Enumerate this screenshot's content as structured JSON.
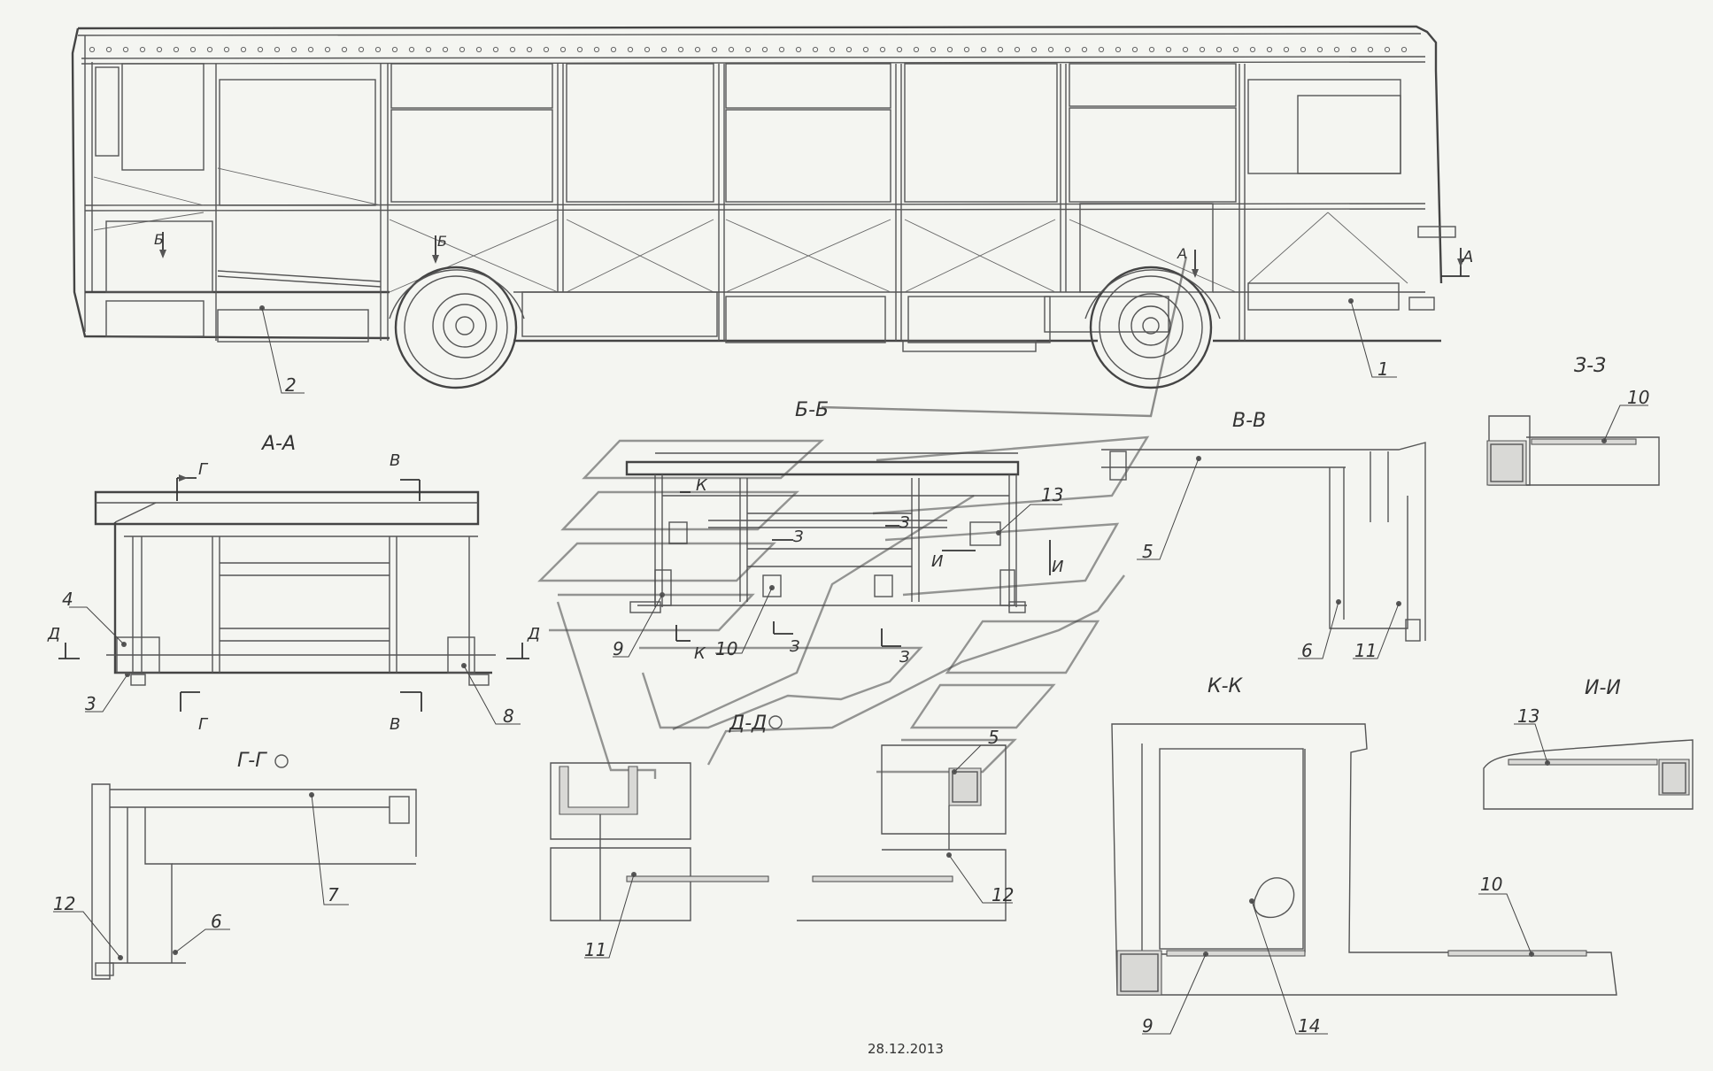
{
  "drawing": {
    "date": "28.12.2013",
    "views": {
      "aa": "А-А",
      "bb": "Б-Б",
      "vv": "В-В",
      "zz": "З-З",
      "gg": "Г-Г",
      "dd": "Д-Д",
      "kk": "К-К",
      "ii": "И-И"
    },
    "section_marks": {
      "a": "А",
      "b": "Б",
      "v": "В",
      "g": "Г",
      "d": "Д",
      "z": "З",
      "i": "И",
      "k": "К"
    },
    "callouts": [
      "1",
      "2",
      "3",
      "4",
      "5",
      "6",
      "7",
      "8",
      "9",
      "10",
      "11",
      "12",
      "13",
      "14"
    ]
  }
}
